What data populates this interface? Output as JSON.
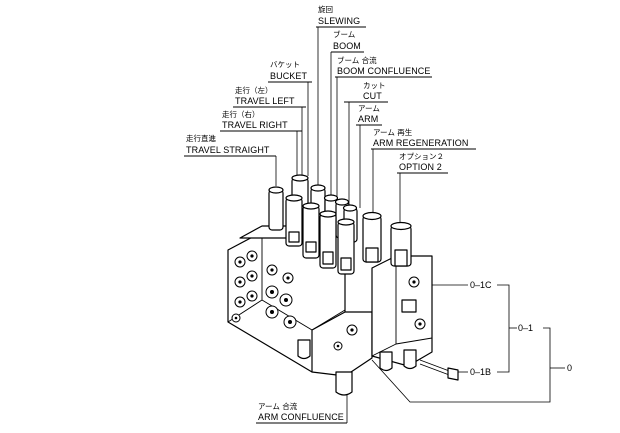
{
  "labels": {
    "slewing": {
      "jp": "旋回",
      "en": "SLEWING"
    },
    "boom": {
      "jp": "ブーム",
      "en": "BOOM"
    },
    "boom_confluence": {
      "jp": "ブーム 合流",
      "en": "BOOM CONFLUENCE"
    },
    "bucket": {
      "jp": "バケット",
      "en": "BUCKET"
    },
    "cut": {
      "jp": "カット",
      "en": "CUT"
    },
    "arm": {
      "jp": "アーム",
      "en": "ARM"
    },
    "travel_left": {
      "jp": "走行（左）",
      "en": "TRAVEL LEFT"
    },
    "travel_right": {
      "jp": "走行（右）",
      "en": "TRAVEL RIGHT"
    },
    "arm_regeneration": {
      "jp": "アーム 再生",
      "en": "ARM REGENERATION"
    },
    "option2": {
      "jp": "オプション２",
      "en": "OPTION 2"
    },
    "travel_straight": {
      "jp": "走行直進",
      "en": "TRAVEL STRAIGHT"
    },
    "arm_confluence": {
      "jp": "アーム 合流",
      "en": "ARM CONFLUENCE"
    }
  },
  "codes": {
    "c01c": "0–1C",
    "c01": "0–1",
    "c01b": "0–1B",
    "c0": "0"
  }
}
